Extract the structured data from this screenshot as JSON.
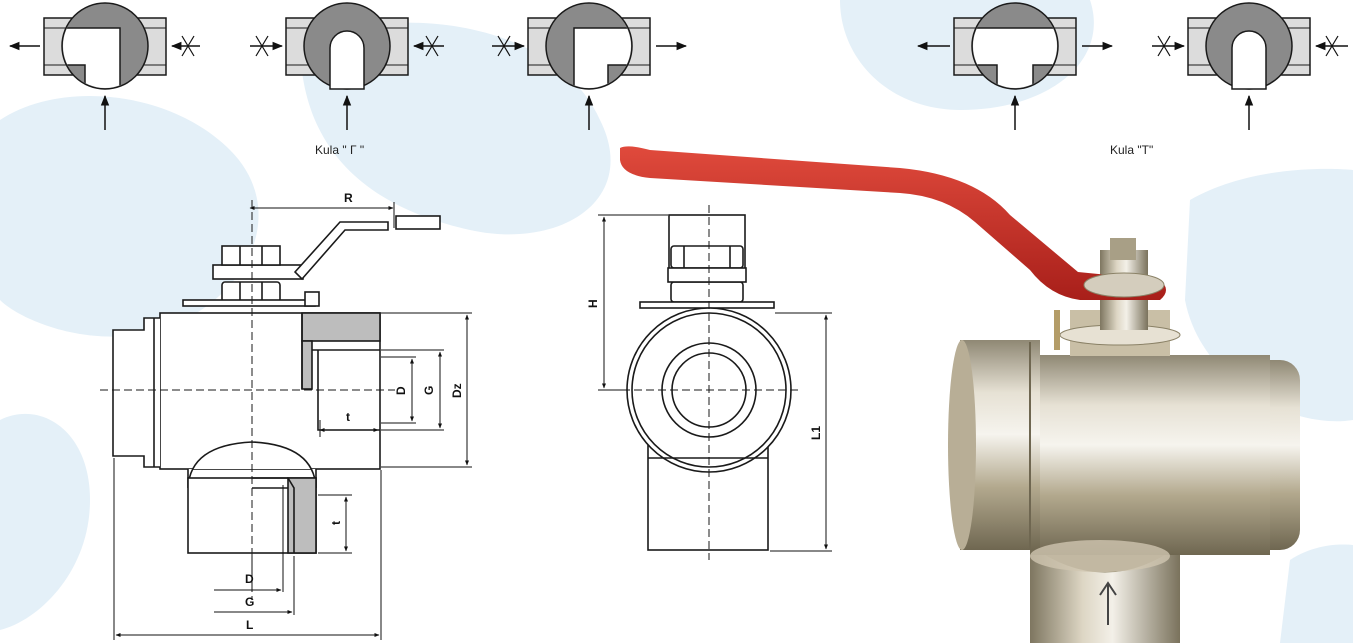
{
  "captions": {
    "ball_l": "Kula  \" Γ \"",
    "ball_t": "Kula \"T\""
  },
  "dimensions": {
    "r": "R",
    "d": "D",
    "g": "G",
    "dz": "Dz",
    "t": "t",
    "h": "H",
    "l1": "L1",
    "l": "L"
  },
  "colors": {
    "pipe": "#dcdcdc",
    "ball": "#8a8a8a",
    "handle": "#c92c26",
    "body": "#b8ae96",
    "background_shape": "#e4f0f8",
    "line": "#1a1a1a"
  },
  "icons": [
    "flow-arrow-icon",
    "blocked-flow-icon"
  ]
}
